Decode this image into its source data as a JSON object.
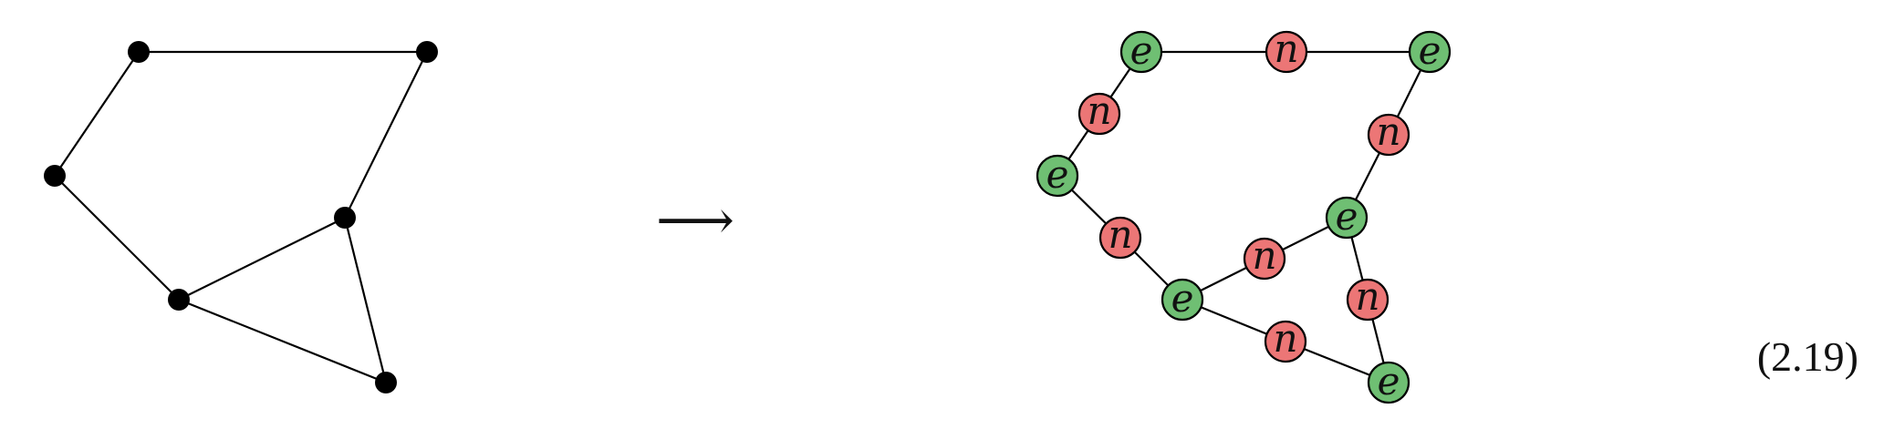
{
  "graph": {
    "vertices": [
      "v1",
      "v2",
      "v3",
      "v4",
      "v5",
      "v6"
    ],
    "edges": [
      [
        "v1",
        "v2"
      ],
      [
        "v1",
        "v3"
      ],
      [
        "v3",
        "v4"
      ],
      [
        "v4",
        "v5"
      ],
      [
        "v5",
        "v2"
      ],
      [
        "v4",
        "v6"
      ],
      [
        "v5",
        "v6"
      ]
    ]
  },
  "arrow": "⟶",
  "node_labels": {
    "e": "e",
    "n": "n"
  },
  "colors": {
    "e_node": "#6fbf73",
    "n_node": "#ec7676"
  },
  "equation_number": "(2.19)"
}
